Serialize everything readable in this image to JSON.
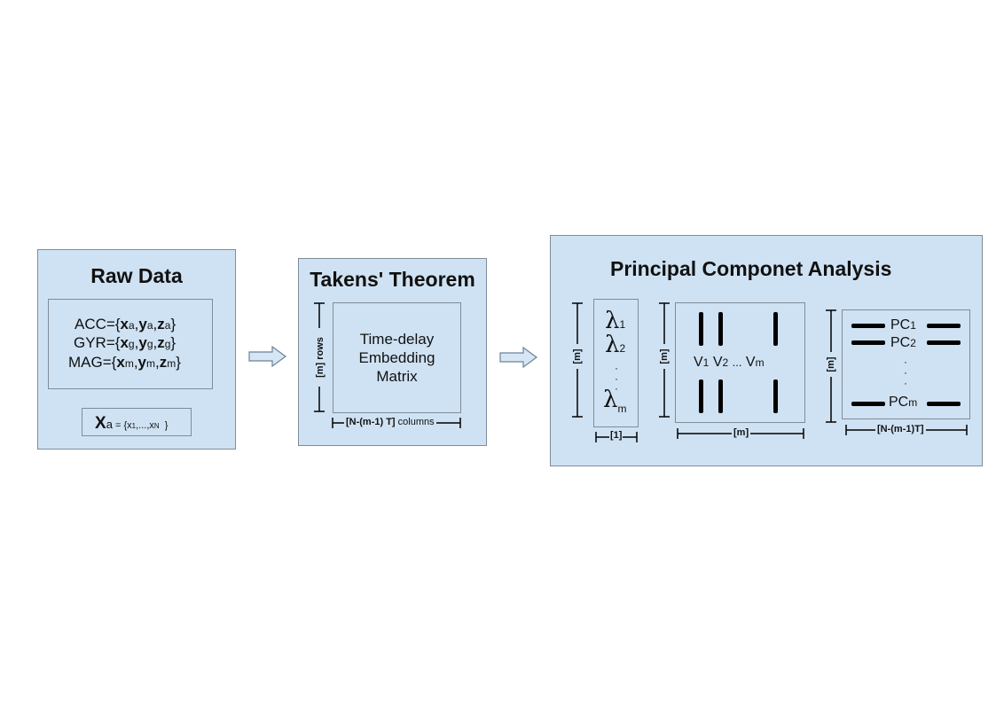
{
  "raw_data": {
    "title": "Raw Data",
    "acc": {
      "prefix": "ACC={",
      "x": "x",
      "xs": "a",
      "y": "y",
      "ys": "a",
      "z": "z",
      "zs": "a",
      "suffix": "}"
    },
    "gyr": {
      "prefix": "GYR={",
      "x": "x",
      "xs": "g",
      "y": "y",
      "ys": "g",
      "z": "z",
      "zs": "g",
      "suffix": "}"
    },
    "mag": {
      "prefix": "MAG={",
      "x": "x",
      "xs": "m",
      "y": "y",
      "ys": "m",
      "z": "z",
      "zs": "m",
      "suffix": "}"
    },
    "series": {
      "symbol": "X",
      "sub": "a",
      "rest": " = {x",
      "r1": "1",
      "r2": ",...,x",
      "rN": "N",
      "close": "}"
    }
  },
  "takens": {
    "title": "Takens' Theorem",
    "matrix_line1": "Time-delay",
    "matrix_line2": "Embedding",
    "matrix_line3": "Matrix",
    "rows_label": "[m] rows",
    "cols_label_bold": "[N-(m-1) T]",
    "cols_label_rest": " columns"
  },
  "pca": {
    "title": "Principal Componet Analysis",
    "lambda": "λ",
    "l1": "1",
    "l2": "2",
    "lm": "m",
    "eig_height_label": "[m]",
    "eig_width_label": "[1]",
    "vec_height_label": "[m]",
    "vec_width_label": "[m]",
    "v1": "V",
    "v1s": "1",
    "v2": "V",
    "v2s": "2",
    "vdots": "...",
    "vm": "V",
    "vms": "m",
    "pc_height_label": "[m]",
    "pc_width_label": "[N-(m-1)T]",
    "pc1": "PC",
    "pc1s": "1",
    "pc2": "PC",
    "pc2s": "2",
    "pcm": "PC",
    "pcms": "m"
  },
  "colors": {
    "panel": "#cfe2f3",
    "border": "#7f8c99",
    "arrow_fill": "#d6e6f5",
    "arrow_stroke": "#6b8299"
  }
}
